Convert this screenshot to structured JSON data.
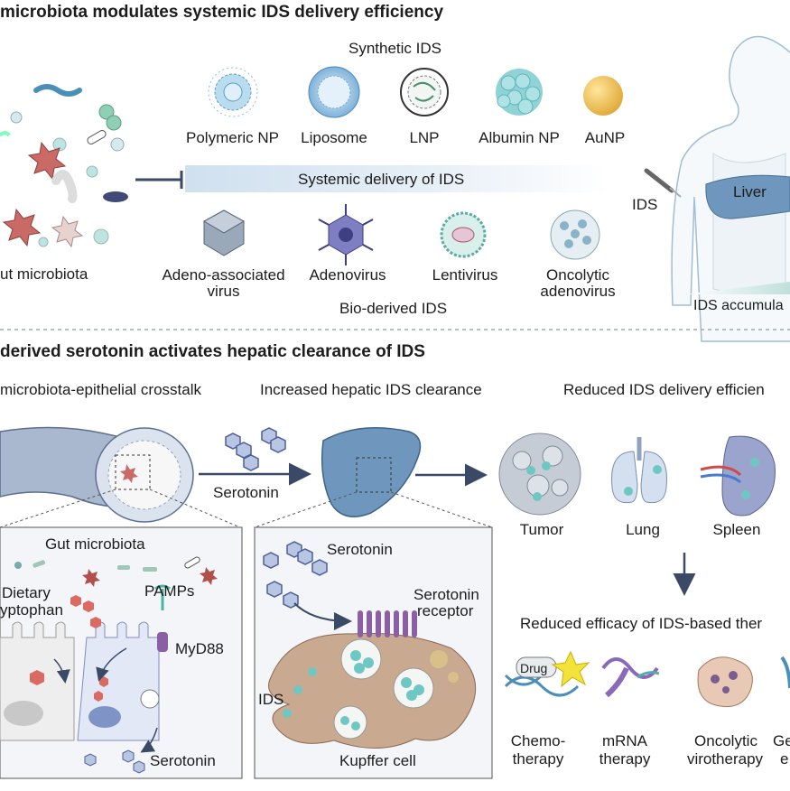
{
  "panel_a": {
    "title": "microbiota modulates systemic IDS delivery efficiency",
    "synthetic_ids": "Synthetic IDS",
    "systemic_delivery": "Systemic delivery of IDS",
    "bio_derived_ids": "Bio-derived IDS",
    "gut_microbiota": "ut microbiota",
    "ids_label": "IDS",
    "liver": "Liver",
    "ids_accumulation": "IDS accumula",
    "synthetic_items": [
      "Polymeric NP",
      "Liposome",
      "LNP",
      "Albumin NP",
      "AuNP"
    ],
    "bio_items": [
      [
        "Adeno-associated",
        "virus"
      ],
      [
        "Adenovirus",
        ""
      ],
      [
        "Lentivirus",
        ""
      ],
      [
        "Oncolytic",
        "adenovirus"
      ]
    ]
  },
  "panel_b": {
    "title": "derived serotonin activates hepatic clearance of IDS",
    "crosstalk": "microbiota-epithelial crosstalk",
    "increased_clearance": "Increased hepatic IDS clearance",
    "reduced_delivery": "Reduced IDS delivery efficien",
    "serotonin_arrow": "Serotonin",
    "organs": [
      "Tumor",
      "Lung",
      "Spleen"
    ],
    "gut_box": {
      "gut_microbiota": "Gut microbiota",
      "dietary": "Dietary",
      "tryptophan": "yptophan",
      "pamps": "PAMPs",
      "myd88": "MyD88",
      "serotonin": "Serotonin"
    },
    "kupffer_box": {
      "serotonin": "Serotonin",
      "receptor_1": "Serotonin",
      "receptor_2": "receptor",
      "ids": "IDS",
      "kupffer": "Kupffer cell"
    },
    "reduced_efficacy": "Reduced efficacy of IDS-based ther",
    "drug": "Drug",
    "therapies": [
      [
        "Chemo-",
        "therapy"
      ],
      [
        "mRNA",
        "therapy"
      ],
      [
        "Oncolytic",
        "virotherapy"
      ],
      [
        "Ge",
        "e"
      ]
    ]
  },
  "colors": {
    "accent_blue": "#4a7fb0",
    "arrow": "#3a4a66",
    "liver": "#6f97bd",
    "teal": "#6fc7c4",
    "panel_bg": "#f3f5f9",
    "cell_tan": "#c9a98f"
  }
}
